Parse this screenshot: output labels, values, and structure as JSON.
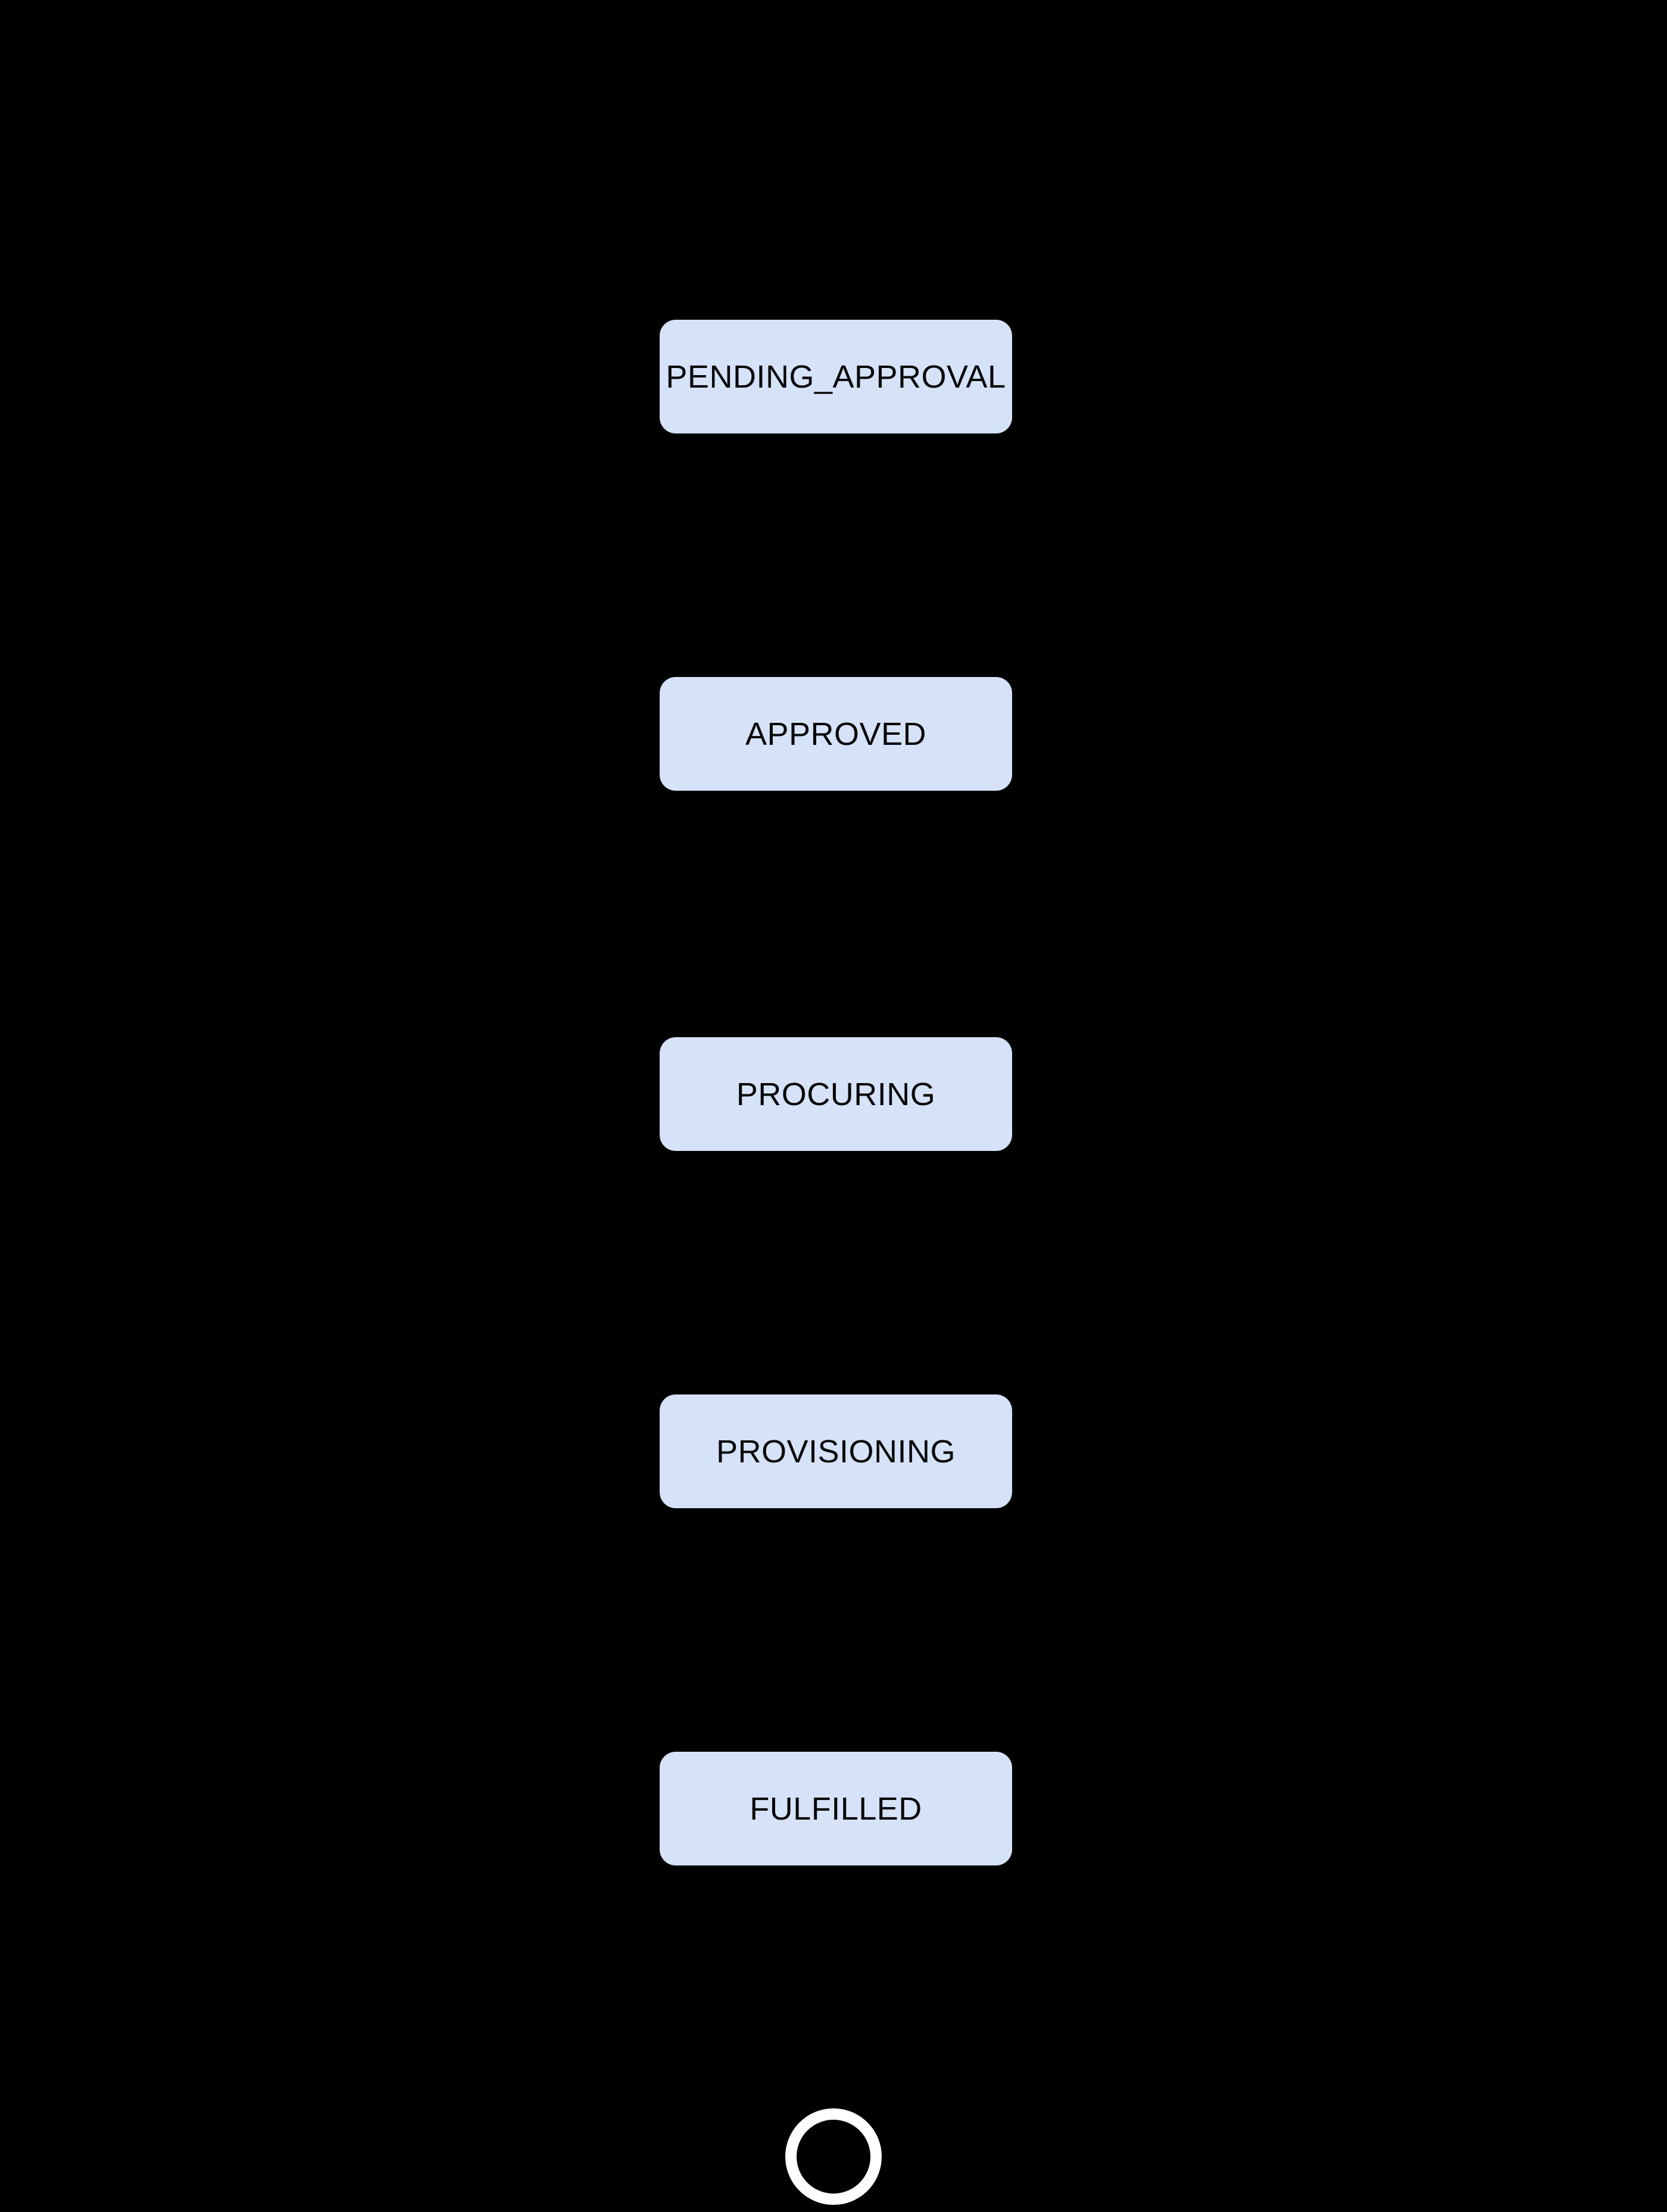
{
  "diagram": {
    "type": "state-flow",
    "background_color": "#000000",
    "node_fill_color": "#d6e2f8",
    "node_text_color": "#060708",
    "end_circle_color": "#ffffff",
    "nodes": [
      {
        "id": "pending-approval",
        "label": "PENDING_APPROVAL"
      },
      {
        "id": "approved",
        "label": "APPROVED"
      },
      {
        "id": "procuring",
        "label": "PROCURING"
      },
      {
        "id": "provisioning",
        "label": "PROVISIONING"
      },
      {
        "id": "fulfilled",
        "label": "FULFILLED"
      }
    ],
    "flow_order": [
      "PENDING_APPROVAL",
      "APPROVED",
      "PROCURING",
      "PROVISIONING",
      "FULFILLED"
    ],
    "end_state": {
      "icon": "ring-circle"
    }
  }
}
